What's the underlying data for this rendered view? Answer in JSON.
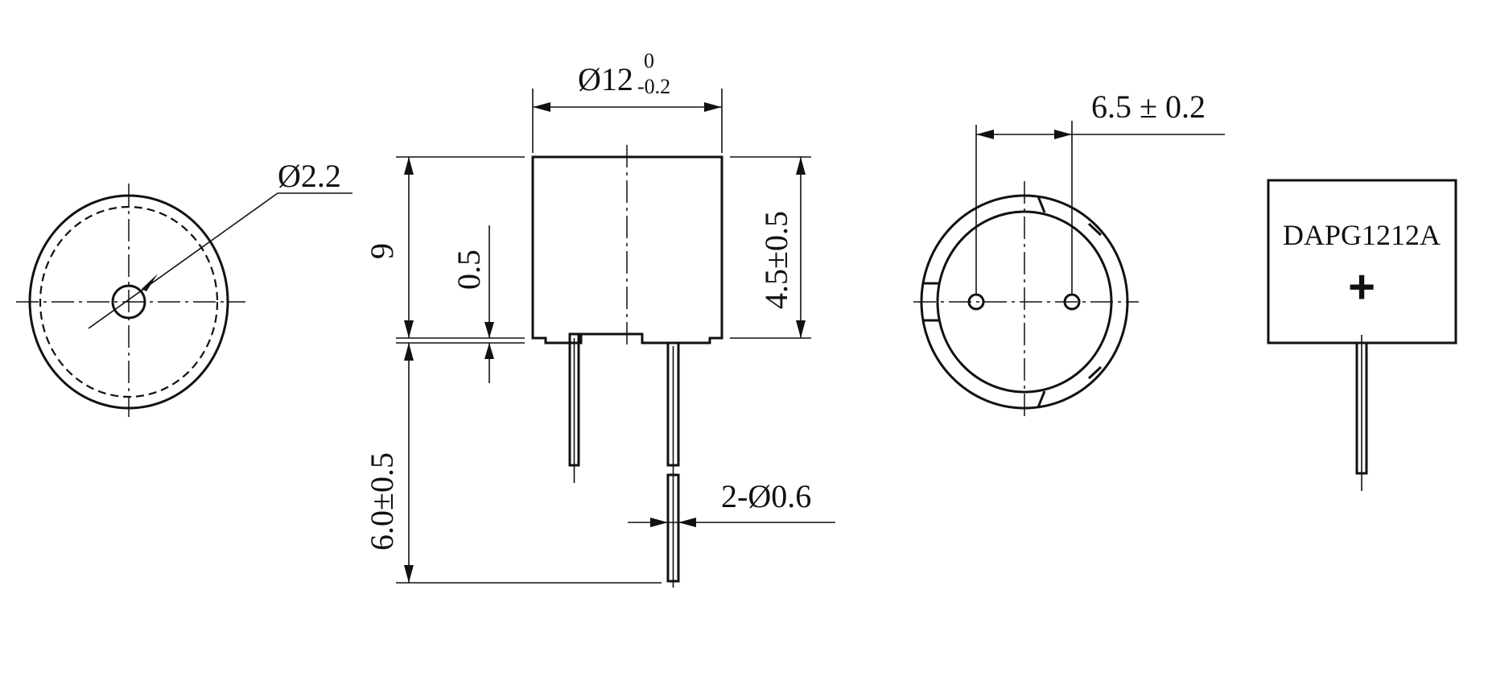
{
  "dimensions": {
    "hole_diameter": "Ø2.2",
    "body_diameter_main": "Ø12",
    "body_diameter_upper_tol": "0",
    "body_diameter_lower_tol": "-0.2",
    "total_height": "9",
    "base_gap": "0.5",
    "pin_pitch_height": "4.5±0.5",
    "pin_length": "6.0±0.5",
    "pin_diameter": "2-Ø0.6",
    "pin_spacing": "6.5 ± 0.2"
  },
  "label": {
    "part_number": "DAPG1212A",
    "polarity": "+"
  }
}
